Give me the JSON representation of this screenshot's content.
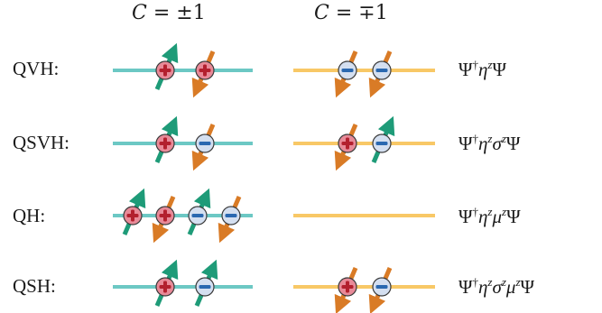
{
  "headers": {
    "left": {
      "symbol": "C",
      "value": "= ±1"
    },
    "right": {
      "symbol": "C",
      "value": "= ∓1"
    }
  },
  "colors": {
    "teal_line": "#6cc8c4",
    "gold_line": "#f8c866",
    "plus_fill": "#e88a98",
    "plus_sign": "#b3202e",
    "minus_fill": "#d4dff0",
    "minus_sign": "#2a68b0",
    "arrow_green": "#1e9b78",
    "arrow_orange": "#d97b26"
  },
  "rows": [
    {
      "label": "QVH:",
      "formula": "Ψ†η^zΨ",
      "left_particles": [
        {
          "charge": "plus",
          "spin": "up"
        },
        {
          "charge": "plus",
          "spin": "down"
        }
      ],
      "right_particles": [
        {
          "charge": "minus",
          "spin": "down"
        },
        {
          "charge": "minus",
          "spin": "down"
        }
      ]
    },
    {
      "label": "QSVH:",
      "formula": "Ψ†η^zσ^zΨ",
      "left_particles": [
        {
          "charge": "plus",
          "spin": "up"
        },
        {
          "charge": "minus",
          "spin": "down"
        }
      ],
      "right_particles": [
        {
          "charge": "plus",
          "spin": "down"
        },
        {
          "charge": "minus",
          "spin": "up"
        }
      ]
    },
    {
      "label": "QH:",
      "formula": "Ψ†η^zμ^zΨ",
      "left_particles": [
        {
          "charge": "plus",
          "spin": "up"
        },
        {
          "charge": "plus",
          "spin": "down"
        },
        {
          "charge": "minus",
          "spin": "up"
        },
        {
          "charge": "minus",
          "spin": "down"
        }
      ],
      "right_particles": []
    },
    {
      "label": "QSH:",
      "formula": "Ψ†η^zσ^zμ^zΨ",
      "left_particles": [
        {
          "charge": "plus",
          "spin": "up"
        },
        {
          "charge": "minus",
          "spin": "up"
        }
      ],
      "right_particles": [
        {
          "charge": "plus",
          "spin": "down"
        },
        {
          "charge": "minus",
          "spin": "down"
        }
      ]
    }
  ]
}
